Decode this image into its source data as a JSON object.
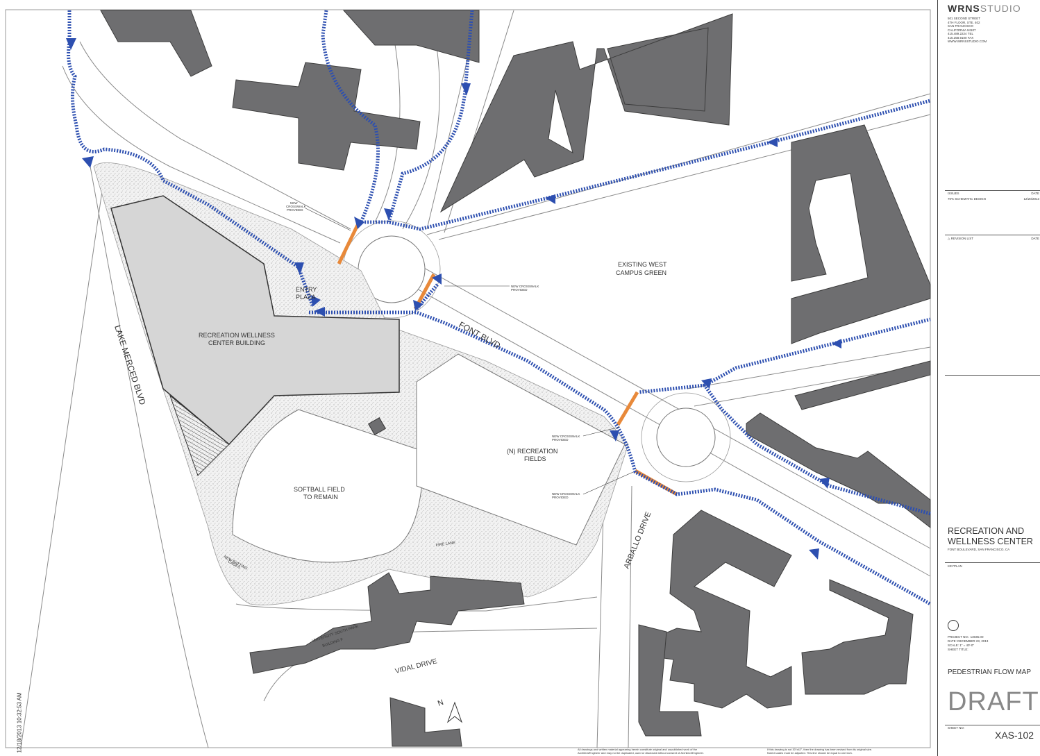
{
  "sidebar": {
    "firm_bold": "WRNS",
    "firm_light": "STUDIO",
    "address": [
      "501 SECOND STREET",
      "4TH FLOOR, STE. 402",
      "SAN FRANCISCO",
      "CALIFORNIA 94107",
      "415.489.2224 TEL",
      "415.358.9100 FAX",
      "WWW.WRNSSTUDIO.COM"
    ],
    "issues_label": "ISSUES",
    "date_label": "DATE",
    "issue_item": "70% SCHEMATIC DESIGN",
    "issue_date": "12/20/2013",
    "revision_label": "REVISION LIST",
    "revision_date_label": "DATE",
    "project_title_1": "RECREATION AND",
    "project_title_2": "WELLNESS CENTER",
    "project_address": "FONT BOULEVARD, SAN FRANCISCO, CA",
    "keyplan": "KEYPLAN",
    "project_no": "PROJECT NO.:   13035.00",
    "project_date": "DATE:  DECEMBER 23, 2013",
    "scale": "SCALE:  1\" = 40'-0\"",
    "sheet_title_label": "SHEET TITLE:",
    "sheet_title": "PEDESTRIAN FLOW MAP",
    "stamp": "DRAFT",
    "sheet_no_label": "SHEET NO:",
    "sheet_no": "XAS-102"
  },
  "datestamp": "12/18/2013 10:32:53 AM",
  "footnotes": {
    "left": [
      "All drawings and written material appearing herein constitute original and unpublished work of the",
      "Architect/Engineer and may not be duplicated, used or disclosed without consent of Architect/Engineer."
    ],
    "right": [
      "If this drawing is not 30\"x42\", then the drawing has been revised from its original size.",
      "Noted scales must be adjusted.  This line should be equal to one inch."
    ]
  },
  "map_labels": {
    "lake_merced": "LAKE MERCED BLVD",
    "font_blvd": "FONT BLVD",
    "arballo": "ARBALLO DRIVE",
    "vidal": "VIDAL DRIVE",
    "entry_1": "ENTRY",
    "entry_2": "PLAZA",
    "rec_1": "RECREATION WELLNESS",
    "rec_2": "CENTER BUILDING",
    "campus_1": "EXISTING WEST",
    "campus_2": "CAMPUS GREEN",
    "fields_1": "(N) RECREATION",
    "fields_2": "FIELDS",
    "softball_1": "SOFTBALL FIELD",
    "softball_2": "TO REMAIN",
    "batting_1": "NEW BATTING",
    "batting_2": "CAGES",
    "fire_lane": "FIRE LANE",
    "park_1": "UNIVERSITY SOUTH PARK",
    "park_2": "BUILDING F",
    "cw_1": "NEW",
    "cw_2": "CROSSWALK",
    "cw_3": "PROVIDED",
    "cw_line": "NEW CROSSWALK",
    "north": "N"
  },
  "colors": {
    "building": "#6e6e70",
    "rec_building": "#d6d6d6",
    "path": "#2d4fb0",
    "crosswalk": "#e8893a",
    "line": "#8a8a8a"
  }
}
